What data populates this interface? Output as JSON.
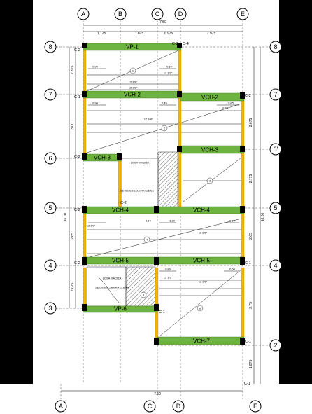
{
  "axes_top": [
    "A",
    "B",
    "C",
    "D",
    "E"
  ],
  "axes_bottom": [
    "A",
    "C",
    "D",
    "E"
  ],
  "axes_left": [
    "8",
    "7",
    "6",
    "5",
    "4",
    "3"
  ],
  "axes_right": [
    "8",
    "7",
    "6'",
    "5",
    "4",
    "2"
  ],
  "dims_top": {
    "total": "7.50",
    "segments": [
      "1.725",
      "1.825",
      "0.975",
      "2.975"
    ]
  },
  "dims_bottom": {
    "total": "7.50"
  },
  "dims_left": {
    "total": "16.00",
    "segments": [
      "2.375",
      "3.00",
      "2.65",
      "2.025"
    ]
  },
  "dims_right": {
    "total": "16.00",
    "segments": [
      "2.675",
      "2.775",
      "2.65",
      "3.75",
      "1.875"
    ]
  },
  "beams": [
    "VP-1",
    "VCH-2",
    "VCH-2",
    "VCH-3",
    "VCH-3",
    "VCH-4",
    "VCH-4",
    "VCH-5",
    "VCH-5",
    "VP-6",
    "VCH-7"
  ],
  "columns": [
    "C-2",
    "C-2",
    "C-4",
    "C-1",
    "C-2",
    "C-2",
    "C-2",
    "C-2",
    "C-2",
    "C-1",
    "C-1",
    "C-1",
    "C-1"
  ],
  "rebar_labels": [
    "0.90",
    "0.60",
    "12 1/2\"",
    "12 3/8\"",
    "12 1/2\"",
    "0.90",
    "1.45",
    "0.85",
    "0.70",
    "12 3/8\"",
    "12 1/2\"",
    "1.10",
    "1.30",
    "0.60",
    "12 3/8\"",
    "0.80",
    "0.50",
    "12 1/2\"",
    "12 3/8\""
  ],
  "slab_marks": [
    "1",
    "2",
    "3",
    "4",
    "5",
    "6"
  ],
  "notes": [
    "LOSA MACIZA",
    "LOSA MACIZA",
    "SE DE ESCALERA LLENA",
    "SE DE ESCALERA LLENA"
  ]
}
